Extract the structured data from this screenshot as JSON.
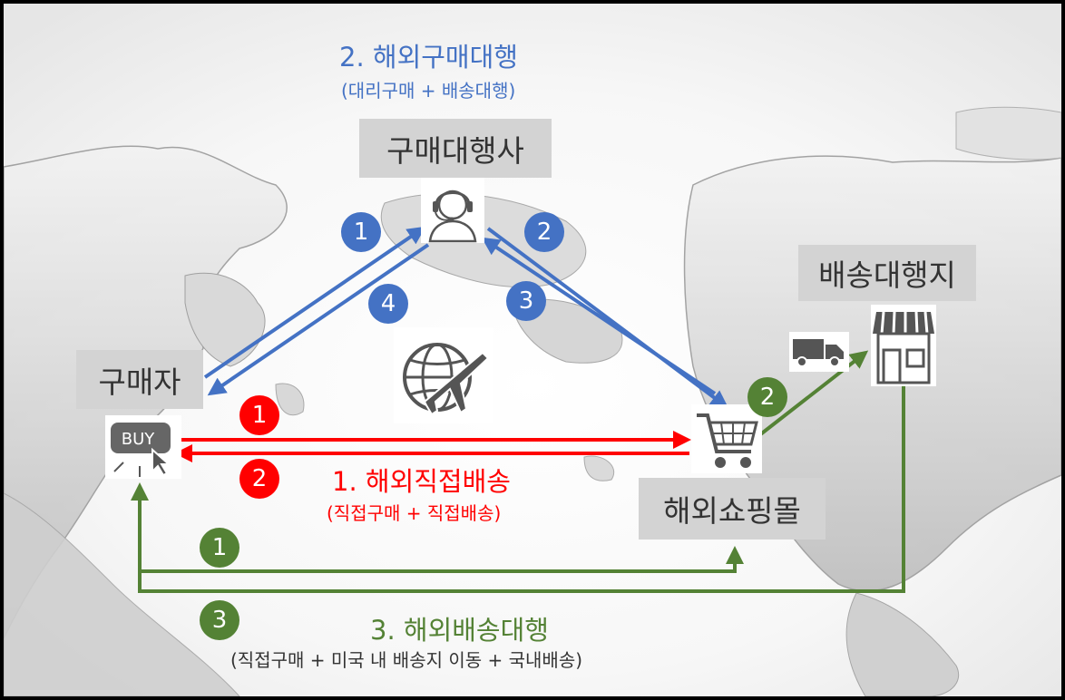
{
  "colors": {
    "blue": "#4472c4",
    "red": "#ff0000",
    "green": "#548235",
    "box": "#d3d3d3",
    "text": "#333333"
  },
  "nodes": {
    "agency": "구매대행사",
    "buyer": "구매자",
    "mall": "해외쇼핑몰",
    "forwarder": "배송대행지"
  },
  "methods": {
    "direct": {
      "title": "1. 해외직접배송",
      "subtitle": "(직접구매 + 직접배송)"
    },
    "purchase_agency": {
      "title": "2. 해외구매대행",
      "subtitle": "(대리구매 + 배송대행)"
    },
    "shipping_agency": {
      "title": "3. 해외배송대행",
      "subtitle": "(직접구매 + 미국 내 배송지 이동 + 국내배송)"
    }
  },
  "steps": {
    "blue": [
      "1",
      "2",
      "3",
      "4"
    ],
    "red": [
      "1",
      "2"
    ],
    "green": [
      "1",
      "2",
      "3"
    ]
  },
  "icons": {
    "buy_label": "BUY",
    "agent": "headset-agent-icon",
    "globe": "globe-airplane-icon",
    "cart": "shopping-cart-icon",
    "truck": "delivery-truck-icon",
    "store": "storefront-icon"
  }
}
